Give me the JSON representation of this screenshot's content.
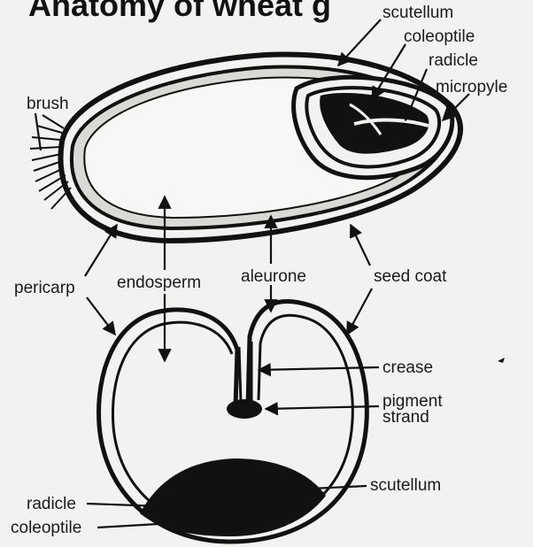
{
  "title": "Anatomy of wheat g",
  "labels": {
    "scutellum_top": "scutellum",
    "coleoptile_top": "coleoptile",
    "radicle_top": "radicle",
    "micropyle": "micropyle",
    "brush": "brush",
    "pericarp": "pericarp",
    "endosperm": "endosperm",
    "aleurone": "aleurone",
    "seed_coat": "seed coat",
    "crease": "crease",
    "pigment": "pigment",
    "strand": "strand",
    "scutellum_bottom": "scutellum",
    "radicle_bottom": "radicle",
    "coleoptile_bottom": "coleoptile"
  },
  "colors": {
    "ink": "#111111",
    "paper": "#f2f2f0",
    "aleurone_band": "#d9d9d6"
  }
}
